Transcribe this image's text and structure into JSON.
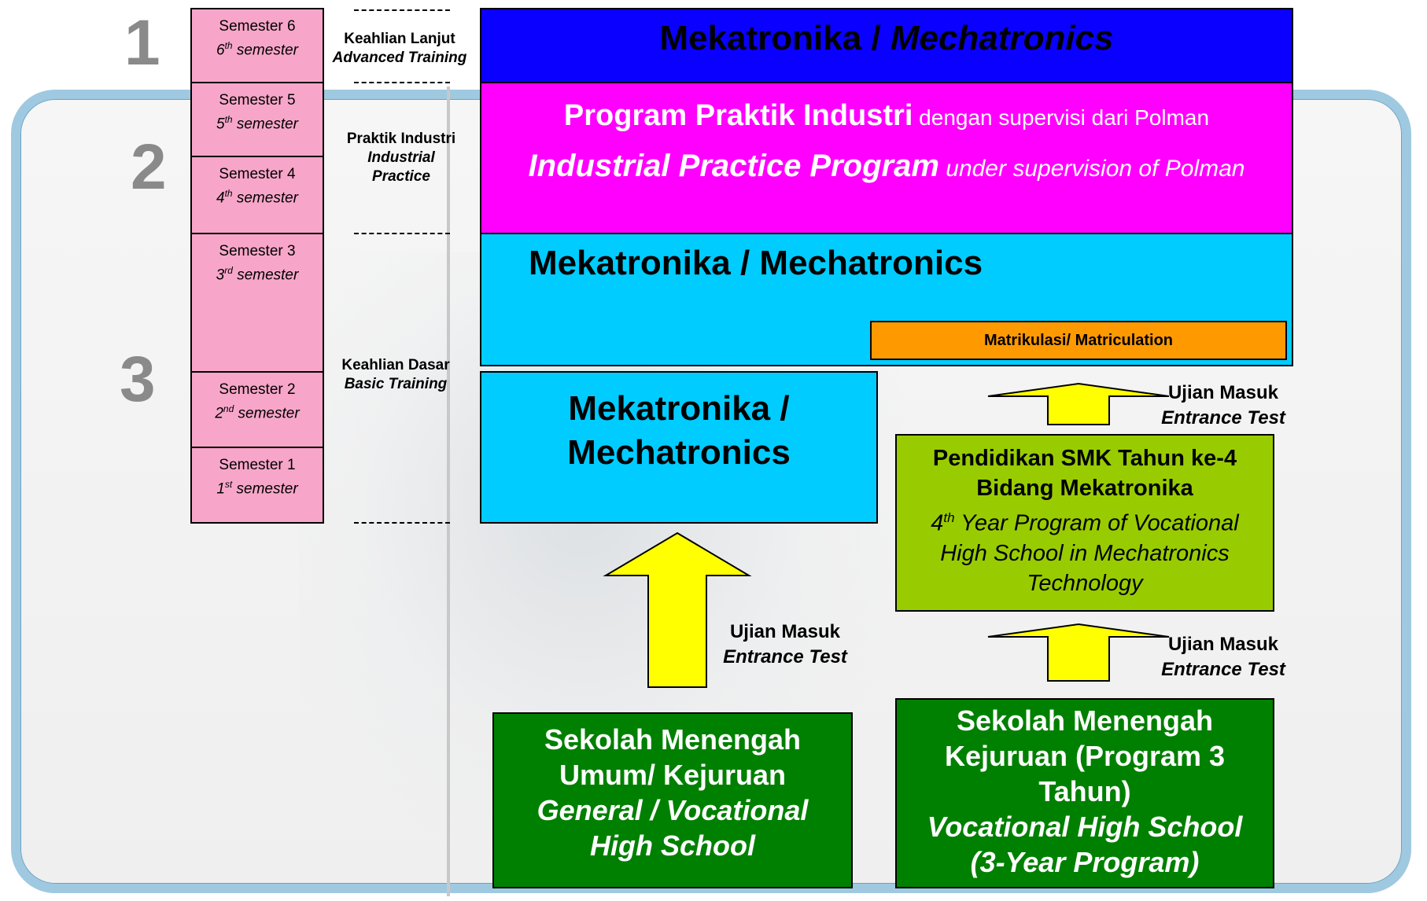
{
  "levels": [
    "1",
    "2",
    "3"
  ],
  "semesters": [
    {
      "id": "MN",
      "label": "Semester 6",
      "en_num": "6",
      "en_sup": "th",
      "en_word": "semester"
    },
    {
      "label": "Semester 5",
      "en_num": "5",
      "en_sup": "th",
      "en_word": "semester"
    },
    {
      "label": "Semester 4",
      "en_num": "4",
      "en_sup": "th",
      "en_word": "semester"
    },
    {
      "label": "Semester 3",
      "en_num": "3",
      "en_sup": "rd",
      "en_word": "semester"
    },
    {
      "label": "Semester 2",
      "en_num": "2",
      "en_sup": "nd",
      "en_word": "semester"
    },
    {
      "label": "Semester 1",
      "en_num": "1",
      "en_sup": "st",
      "en_word": "semester"
    }
  ],
  "stages": {
    "advanced": {
      "id_text": "Keahlian Lanjut",
      "en_text": "Advanced Training"
    },
    "practice": {
      "id_text": "Praktik Industri",
      "en_text_1": "Industrial",
      "en_text_2": "Practice"
    },
    "basic": {
      "id_text": "Keahlian Dasar",
      "en_text": "Basic Training"
    }
  },
  "top_block": {
    "id_text": "Mekatronika / ",
    "en_text": "Mechatronics",
    "color": "#0a00ff"
  },
  "practice_block": {
    "line1_bold": "Program Praktik Industri",
    "line1_rest": " dengan supervisi dari Polman",
    "line2_bold": "Industrial Practice Program",
    "line2_rest": " under supervision of Polman",
    "color": "#ff00ff"
  },
  "sem3_block": {
    "text": "Mekatronika / Mechatronics",
    "color": "#00ccff"
  },
  "matric": {
    "text": "Matrikulasi/ Matriculation",
    "color": "#ff9900"
  },
  "basic_block": {
    "line1": "Mekatronika /",
    "line2": "Mechatronics",
    "color": "#00ccff"
  },
  "smk4_block": {
    "line1": "Pendidikan SMK Tahun ke-4",
    "line2": "Bidang Mekatronika",
    "en_num": "4",
    "en_sup": "th",
    "en_line1_rest": " Year Program of Vocational",
    "en_line2": "High School in Mechatronics",
    "en_line3": "Technology",
    "color": "#99cc00"
  },
  "entrance_tests": [
    {
      "id_text": "Ujian Masuk",
      "en_text": "Entrance Test"
    },
    {
      "id_text": "Ujian Masuk",
      "en_text": "Entrance Test"
    },
    {
      "id_text": "Ujian Masuk",
      "en_text": "Entrance Test"
    }
  ],
  "general_school": {
    "line1": "Sekolah Menengah",
    "line2": "Umum/ Kejuruan",
    "en_line1": "General / Vocational",
    "en_line2": "High School",
    "color": "#008000"
  },
  "vocational_school": {
    "line1": "Sekolah Menengah",
    "line2": "Kejuruan (Program 3",
    "line3": "Tahun)",
    "en_line1": "Vocational High School",
    "en_line2": "(3-Year Program)",
    "color": "#008000"
  },
  "colors": {
    "semester_pink": "#f7a6c9",
    "arrow_yellow": "#ffff00",
    "frame_blue": "#9fc9e0",
    "level_grey": "#8a8a8a"
  }
}
